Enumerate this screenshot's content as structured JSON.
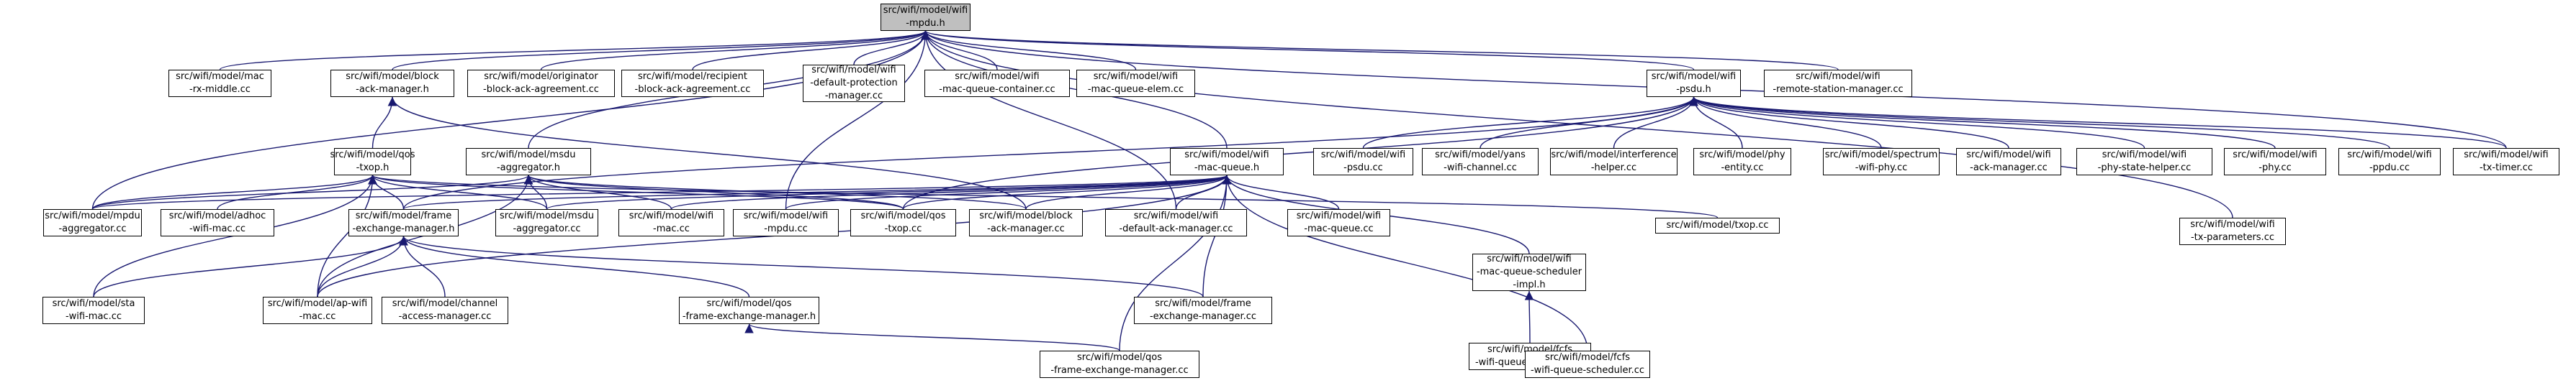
{
  "colors": {
    "edge": "#191970",
    "node_border": "#000000",
    "node_fill": "#ffffff",
    "root_fill": "#bfbfbf"
  },
  "nodes": [
    {
      "id": "n0",
      "lines": [
        "src/wifi/model/wifi",
        "-mpdu.h"
      ],
      "root": true
    },
    {
      "id": "n1",
      "lines": [
        "src/wifi/model/mac",
        "-rx-middle.cc"
      ]
    },
    {
      "id": "n2",
      "lines": [
        "src/wifi/model/block",
        "-ack-manager.h"
      ]
    },
    {
      "id": "n3",
      "lines": [
        "src/wifi/model/originator",
        "-block-ack-agreement.cc"
      ]
    },
    {
      "id": "n4",
      "lines": [
        "src/wifi/model/recipient",
        "-block-ack-agreement.cc"
      ]
    },
    {
      "id": "n5",
      "lines": [
        "src/wifi/model/wifi",
        "-default-protection",
        "-manager.cc"
      ]
    },
    {
      "id": "n6",
      "lines": [
        "src/wifi/model/wifi",
        "-mac-queue-container.cc"
      ]
    },
    {
      "id": "n7",
      "lines": [
        "src/wifi/model/wifi",
        "-mac-queue-elem.cc"
      ]
    },
    {
      "id": "n8",
      "lines": [
        "src/wifi/model/wifi",
        "-psdu.h"
      ]
    },
    {
      "id": "n9",
      "lines": [
        "src/wifi/model/wifi",
        "-remote-station-manager.cc"
      ]
    },
    {
      "id": "n10",
      "lines": [
        "src/wifi/model/qos",
        "-txop.h"
      ]
    },
    {
      "id": "n11",
      "lines": [
        "src/wifi/model/msdu",
        "-aggregator.h"
      ]
    },
    {
      "id": "n12",
      "lines": [
        "src/wifi/model/wifi",
        "-mac-queue.h"
      ]
    },
    {
      "id": "n13",
      "lines": [
        "src/wifi/model/wifi",
        "-psdu.cc"
      ]
    },
    {
      "id": "n14",
      "lines": [
        "src/wifi/model/yans",
        "-wifi-channel.cc"
      ]
    },
    {
      "id": "n15",
      "lines": [
        "src/wifi/model/interference",
        "-helper.cc"
      ]
    },
    {
      "id": "n16",
      "lines": [
        "src/wifi/model/phy",
        "-entity.cc"
      ]
    },
    {
      "id": "n17",
      "lines": [
        "src/wifi/model/spectrum",
        "-wifi-phy.cc"
      ]
    },
    {
      "id": "n18",
      "lines": [
        "src/wifi/model/wifi",
        "-ack-manager.cc"
      ]
    },
    {
      "id": "n19",
      "lines": [
        "src/wifi/model/wifi",
        "-phy-state-helper.cc"
      ]
    },
    {
      "id": "n20",
      "lines": [
        "src/wifi/model/wifi",
        "-phy.cc"
      ]
    },
    {
      "id": "n21",
      "lines": [
        "src/wifi/model/wifi",
        "-ppdu.cc"
      ]
    },
    {
      "id": "n22",
      "lines": [
        "src/wifi/model/wifi",
        "-tx-timer.cc"
      ]
    },
    {
      "id": "n23",
      "lines": [
        "src/wifi/model/mpdu",
        "-aggregator.cc"
      ]
    },
    {
      "id": "n24",
      "lines": [
        "src/wifi/model/adhoc",
        "-wifi-mac.cc"
      ]
    },
    {
      "id": "n25",
      "lines": [
        "src/wifi/model/frame",
        "-exchange-manager.h"
      ]
    },
    {
      "id": "n26",
      "lines": [
        "src/wifi/model/msdu",
        "-aggregator.cc"
      ]
    },
    {
      "id": "n27",
      "lines": [
        "src/wifi/model/wifi",
        "-mac.cc"
      ]
    },
    {
      "id": "n28",
      "lines": [
        "src/wifi/model/wifi",
        "-mpdu.cc"
      ]
    },
    {
      "id": "n29",
      "lines": [
        "src/wifi/model/qos",
        "-txop.cc"
      ]
    },
    {
      "id": "n30",
      "lines": [
        "src/wifi/model/block",
        "-ack-manager.cc"
      ]
    },
    {
      "id": "n31",
      "lines": [
        "src/wifi/model/wifi",
        "-default-ack-manager.cc"
      ]
    },
    {
      "id": "n32",
      "lines": [
        "src/wifi/model/wifi",
        "-mac-queue.cc"
      ]
    },
    {
      "id": "n33",
      "lines": [
        "src/wifi/model/wifi",
        "-mac-queue-scheduler",
        "-impl.h"
      ]
    },
    {
      "id": "n34",
      "lines": [
        "src/wifi/model/txop.cc"
      ]
    },
    {
      "id": "n35",
      "lines": [
        "src/wifi/model/wifi",
        "-tx-parameters.cc"
      ]
    },
    {
      "id": "n36",
      "lines": [
        "src/wifi/model/sta",
        "-wifi-mac.cc"
      ]
    },
    {
      "id": "n37",
      "lines": [
        "src/wifi/model/ap-wifi",
        "-mac.cc"
      ]
    },
    {
      "id": "n38",
      "lines": [
        "src/wifi/model/channel",
        "-access-manager.cc"
      ]
    },
    {
      "id": "n39",
      "lines": [
        "src/wifi/model/qos",
        "-frame-exchange-manager.h"
      ]
    },
    {
      "id": "n40",
      "lines": [
        "src/wifi/model/frame",
        "-exchange-manager.cc"
      ]
    },
    {
      "id": "n41",
      "lines": [
        "src/wifi/model/fcfs",
        "-wifi-queue-scheduler.h"
      ]
    },
    {
      "id": "n42",
      "lines": [
        "src/wifi/model/qos",
        "-frame-exchange-manager.cc"
      ]
    },
    {
      "id": "n43",
      "lines": [
        "src/wifi/model/fcfs",
        "-wifi-queue-scheduler.cc"
      ]
    }
  ]
}
